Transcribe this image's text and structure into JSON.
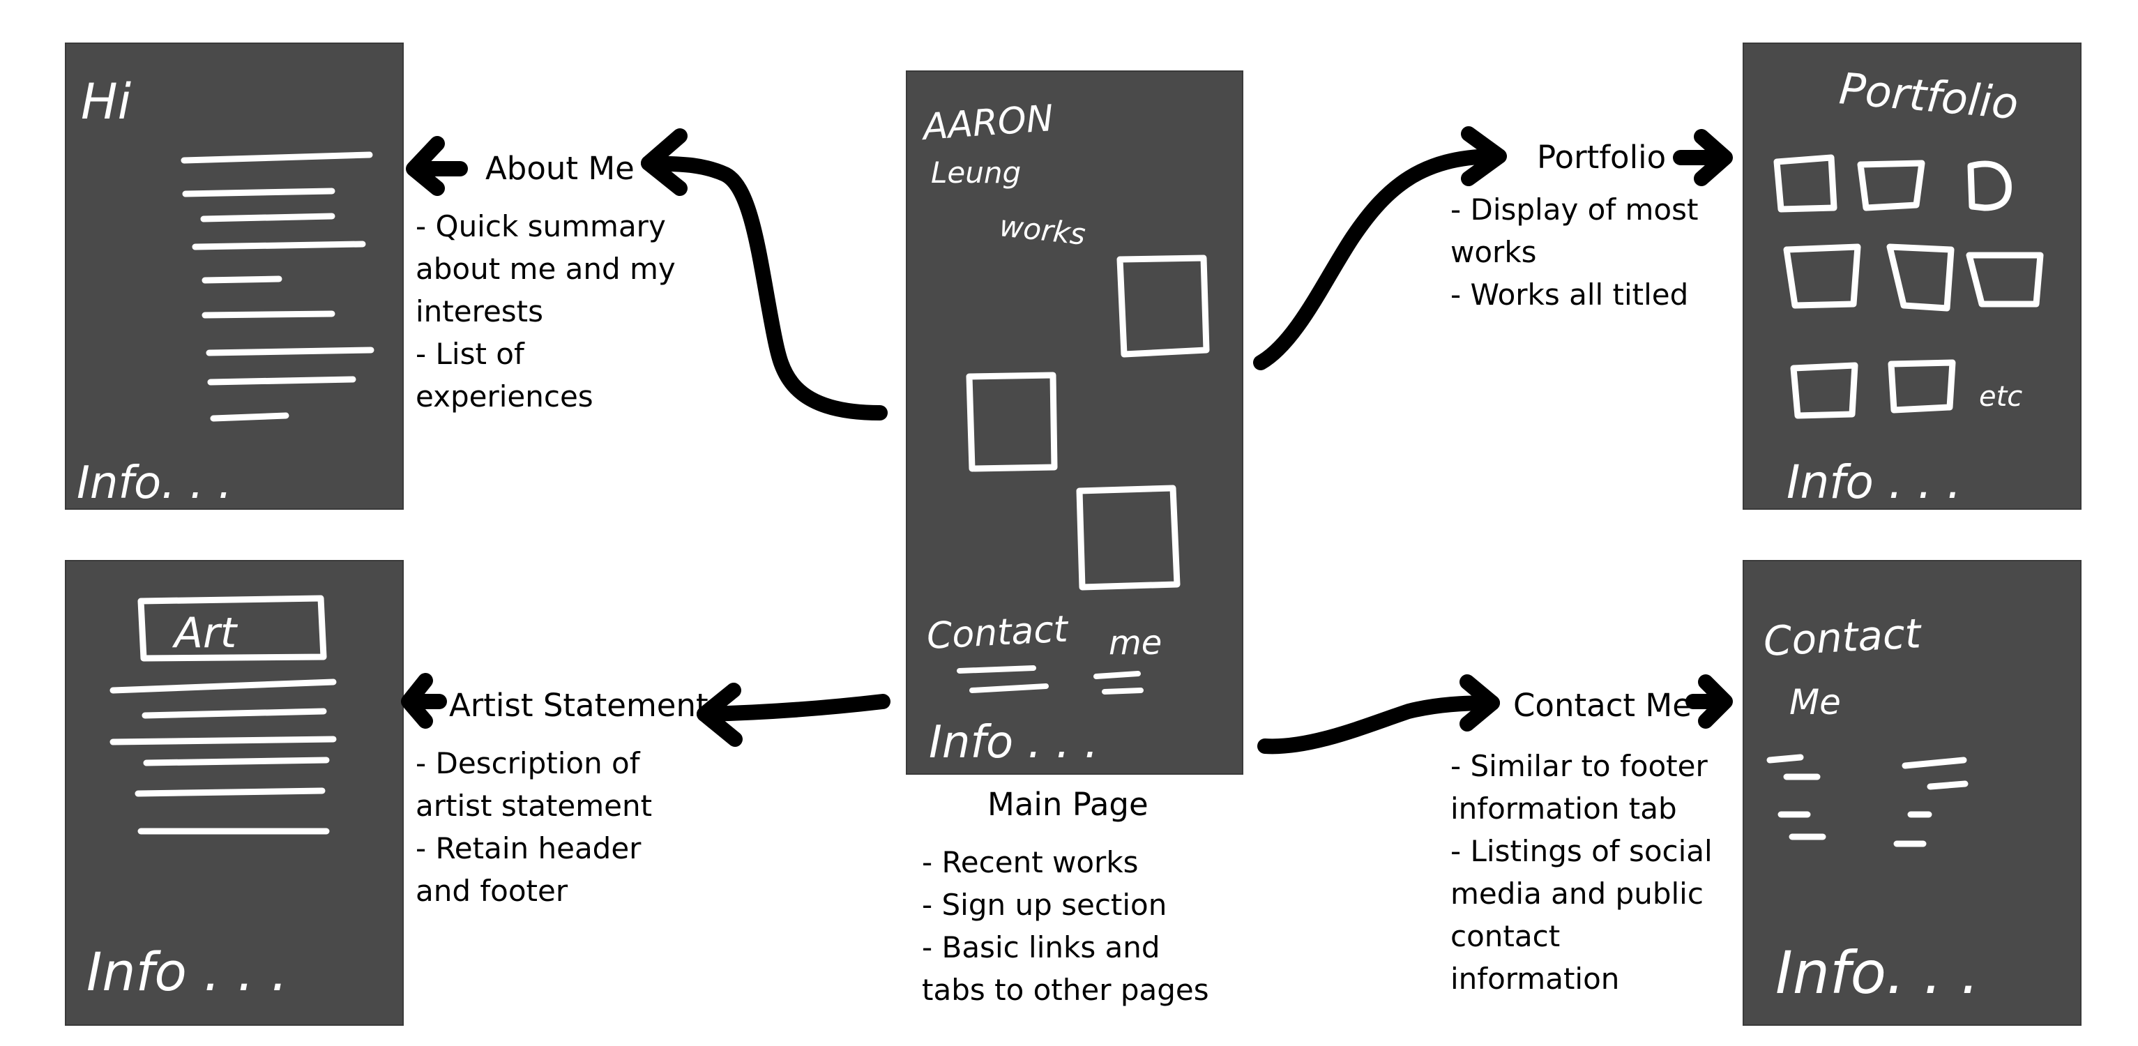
{
  "colors": {
    "background": "#ffffff",
    "wireframe_fill": "#4a4a4a",
    "wireframe_sketch": "#ffffff",
    "arrow": "#000000",
    "text": "#000000"
  },
  "main_page": {
    "sketch_name_line1": "AARON",
    "sketch_name_line2": "Leung",
    "sketch_works": "works",
    "sketch_contact": "Contact",
    "sketch_me": "me",
    "sketch_footer": "Info . . .",
    "title": "Main Page",
    "notes": [
      "- Recent works",
      "- Sign up section",
      "- Basic links and",
      "tabs to other pages"
    ]
  },
  "about_me": {
    "sketch_greeting": "Hi",
    "sketch_footer": "Info. . .",
    "title": "About Me",
    "notes": [
      "- Quick summary",
      "about me and my",
      "interests",
      "- List of",
      "experiences"
    ]
  },
  "artist_statement": {
    "sketch_heading": "Art",
    "sketch_footer": "Info . . .",
    "title": "Artist Statement",
    "notes": [
      "- Description of",
      "artist statement",
      "- Retain header",
      "and footer"
    ]
  },
  "portfolio": {
    "sketch_heading": "Portfolio",
    "sketch_etc": "etc",
    "sketch_footer": "Info . . .",
    "title": "Portfolio",
    "notes": [
      "- Display of most",
      "works",
      "- Works all titled"
    ]
  },
  "contact_me": {
    "sketch_line1": "Contact",
    "sketch_line2": "Me",
    "sketch_footer": "Info. . .",
    "title": "Contact Me",
    "notes": [
      "- Similar to footer",
      "information tab",
      "- Listings of social",
      "media and public",
      "contact",
      "information"
    ]
  }
}
